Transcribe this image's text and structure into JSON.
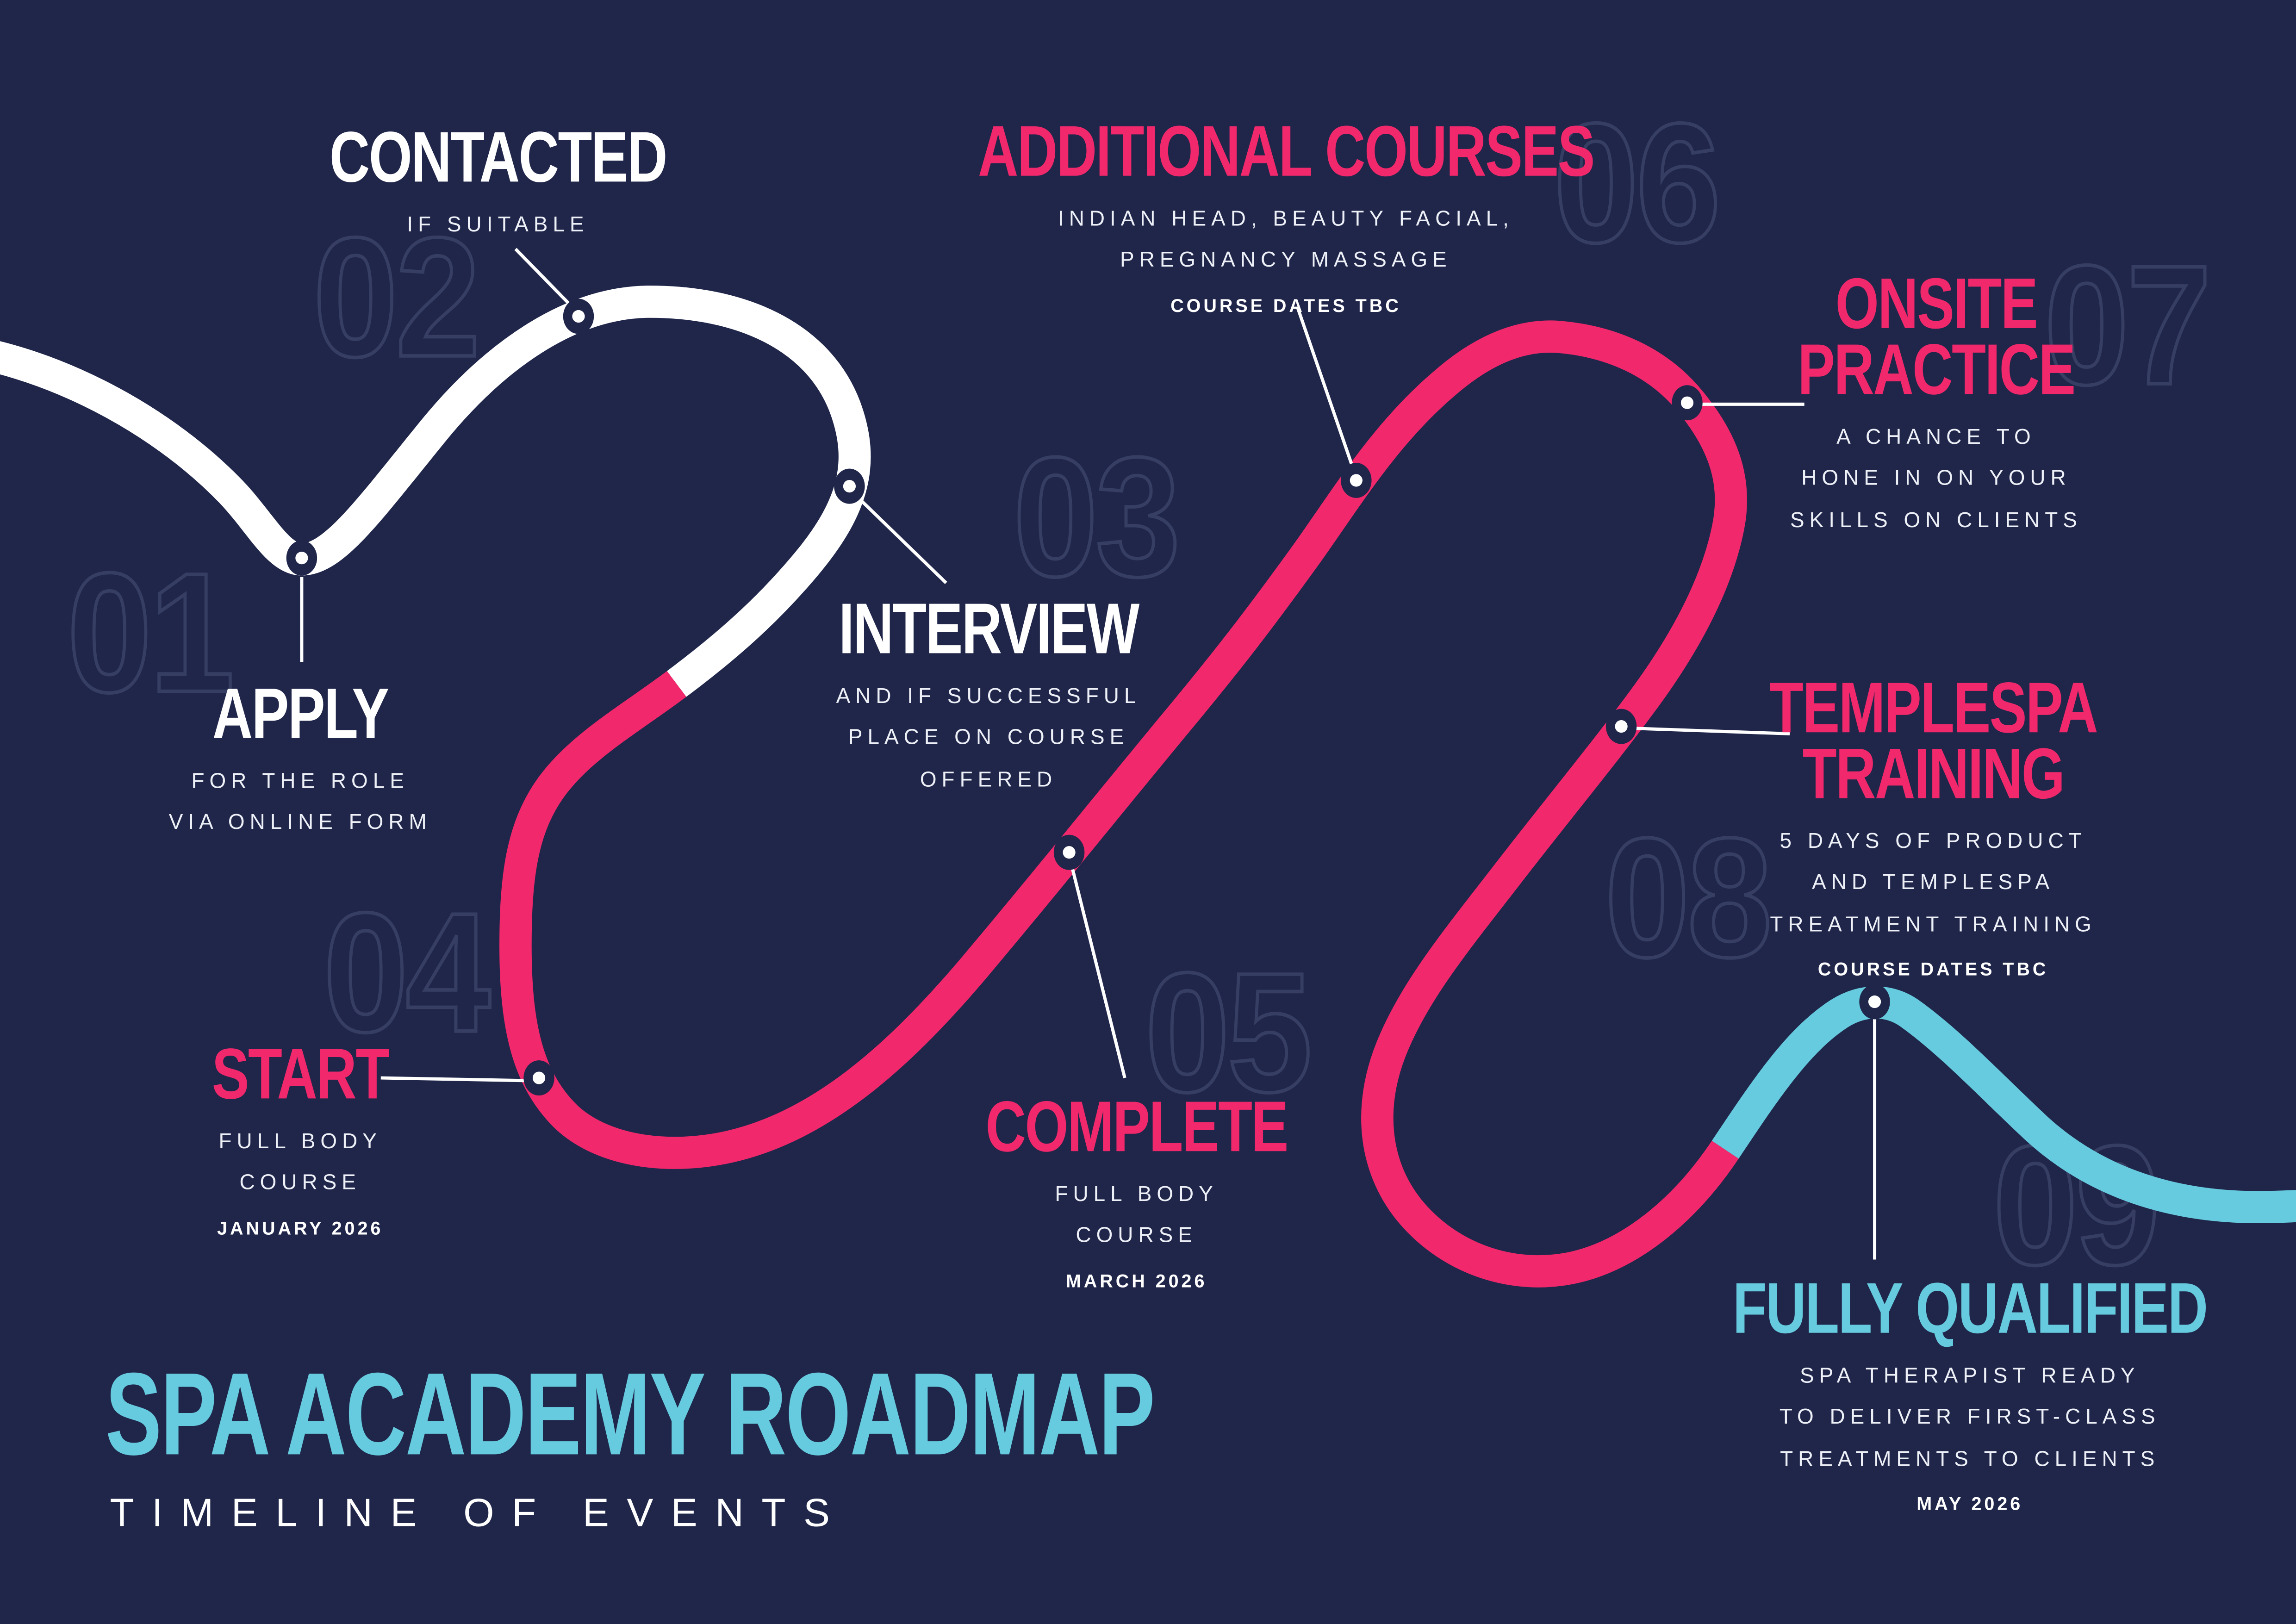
{
  "title": {
    "main": "SPA ACADEMY ROADMAP",
    "subtitle": "TIMELINE OF EVENTS"
  },
  "steps": [
    {
      "num": "01",
      "label_lines": [
        "APPLY"
      ],
      "sub_lines": [
        "FOR THE ROLE",
        "VIA ONLINE FORM"
      ]
    },
    {
      "num": "02",
      "label_lines": [
        "CONTACTED"
      ],
      "sub_lines": [
        "IF SUITABLE"
      ]
    },
    {
      "num": "03",
      "label_lines": [
        "INTERVIEW"
      ],
      "sub_lines": [
        "AND IF SUCCESSFUL",
        "PLACE ON COURSE",
        "OFFERED"
      ]
    },
    {
      "num": "04",
      "label_lines": [
        "START"
      ],
      "sub_lines": [
        "FULL BODY",
        "COURSE"
      ],
      "date": "JANUARY 2026"
    },
    {
      "num": "05",
      "label_lines": [
        "COMPLETE"
      ],
      "sub_lines": [
        "FULL BODY",
        "COURSE"
      ],
      "date": "MARCH 2026"
    },
    {
      "num": "06",
      "label_lines": [
        "ADDITIONAL COURSES"
      ],
      "sub_lines": [
        "INDIAN HEAD, BEAUTY FACIAL,",
        "PREGNANCY MASSAGE"
      ],
      "date": "COURSE DATES TBC"
    },
    {
      "num": "07",
      "label_lines": [
        "ONSITE",
        "PRACTICE"
      ],
      "sub_lines": [
        "A CHANCE TO",
        "HONE IN ON YOUR",
        "SKILLS ON CLIENTS"
      ]
    },
    {
      "num": "08",
      "label_lines": [
        "TEMPLESPA",
        "TRAINING"
      ],
      "sub_lines": [
        "5 DAYS OF PRODUCT",
        "AND TEMPLESPA",
        "TREATMENT TRAINING"
      ],
      "date": "COURSE DATES TBC"
    },
    {
      "num": "09",
      "label_lines": [
        "FULLY QUALIFIED"
      ],
      "sub_lines": [
        "SPA THERAPIST READY",
        "TO DELIVER FIRST-CLASS",
        "TREATMENTS TO CLIENTS"
      ],
      "date": "MAY 2026"
    }
  ],
  "colors": {
    "background": "#20264a",
    "road_white": "#ffffff",
    "road_pink": "#f1286c",
    "road_cyan": "#66cbdf",
    "ghost_outline": "#3b4468",
    "text_white": "#ffffff"
  }
}
